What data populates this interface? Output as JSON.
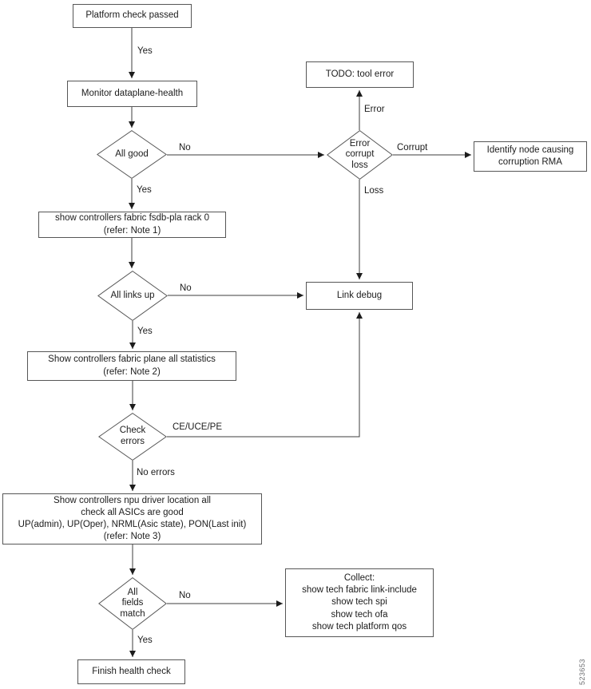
{
  "diagram": {
    "type": "flowchart",
    "figure_number": "523653",
    "nodes": {
      "platform_check_passed": {
        "label": "Platform check passed"
      },
      "monitor_dataplane_health": {
        "label": "Monitor dataplane-health"
      },
      "all_good": {
        "label": "All good"
      },
      "todo_tool_error": {
        "label": "TODO: tool error"
      },
      "error_corrupt_loss": {
        "lines": [
          "Error",
          "corrupt",
          "loss"
        ]
      },
      "identify_node": {
        "lines": [
          "Identify node causing",
          "corruption RMA"
        ]
      },
      "show_fsdb": {
        "lines": [
          "show controllers fabric fsdb-pla rack 0",
          "(refer: Note 1)"
        ]
      },
      "all_links_up": {
        "label": "All links up"
      },
      "link_debug": {
        "label": "Link debug"
      },
      "show_plane_stats": {
        "lines": [
          "Show controllers fabric plane all statistics",
          "(refer: Note 2)"
        ]
      },
      "check_errors": {
        "lines": [
          "Check",
          "errors"
        ]
      },
      "show_npu_driver": {
        "lines": [
          "Show controllers npu driver location all",
          "check all ASICs are good",
          "UP(admin), UP(Oper), NRML(Asic state), PON(Last init)",
          "(refer: Note 3)"
        ]
      },
      "all_fields_match": {
        "lines": [
          "All",
          "fields",
          "match"
        ]
      },
      "collect": {
        "lines": [
          "Collect:",
          "show tech fabric link-include",
          "show tech spi",
          "show tech ofa",
          "show tech platform qos"
        ]
      },
      "finish_health_check": {
        "label": "Finish health check"
      }
    },
    "edge_labels": {
      "platform_yes": "Yes",
      "all_good_no": "No",
      "all_good_yes": "Yes",
      "error_branch": "Error",
      "corrupt_branch": "Corrupt",
      "loss_branch": "Loss",
      "all_links_no": "No",
      "all_links_yes": "Yes",
      "check_errors_ce": "CE/UCE/PE",
      "check_errors_none": "No errors",
      "all_fields_no": "No",
      "all_fields_yes": "Yes"
    },
    "colors": {
      "line": "#3d3d3d",
      "box_border": "#565656",
      "text": "#1c1c1c",
      "background": "#ffffff",
      "figure_number": "#6d6e71"
    }
  }
}
